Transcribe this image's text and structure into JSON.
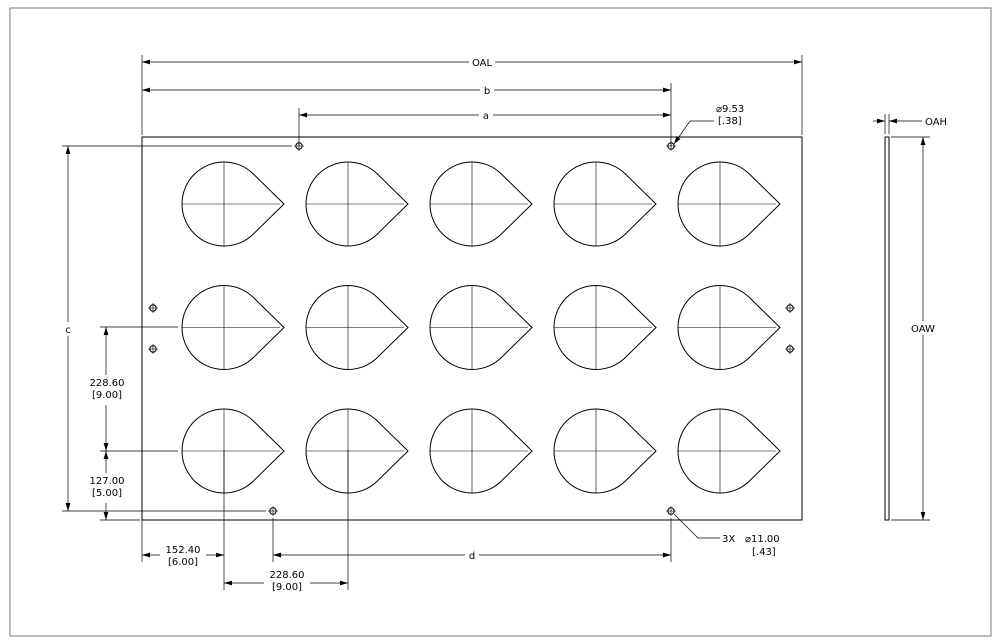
{
  "dimensions": {
    "overall_length": "OAL",
    "b": "b",
    "a": "a",
    "c": "c",
    "d": "d",
    "overall_height": "OAH",
    "overall_width": "OAW",
    "row_pitch": {
      "mm": "228.60",
      "in": "[9.00]"
    },
    "bottom_row_offset": {
      "mm": "127.00",
      "in": "[5.00]"
    },
    "left_column_offset": {
      "mm": "152.40",
      "in": "[6.00]"
    },
    "column_pitch": {
      "mm": "228.60",
      "in": "[9.00]"
    }
  },
  "callouts": {
    "top_hole": {
      "diameter": "⌀9.53",
      "inch": "[.38]"
    },
    "bottom_holes": {
      "qty": "3X",
      "diameter": "⌀11.00",
      "inch": "[.43]"
    }
  },
  "grid": {
    "rows": 3,
    "columns": 5
  }
}
